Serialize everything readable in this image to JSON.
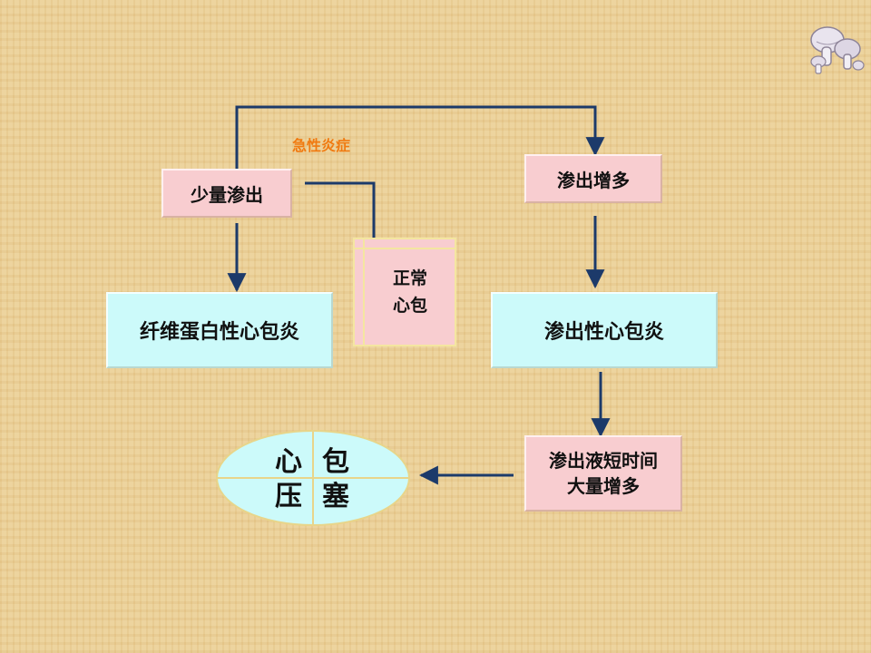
{
  "diagram": {
    "acute_label": "急性炎症",
    "small_exudate": "少量渗出",
    "exudate_increase": "渗出增多",
    "fibrinous_pericarditis": "纤维蛋白性心包炎",
    "normal_pericardium": [
      "正常",
      "心包"
    ],
    "exudative_pericarditis": "渗出性心包炎",
    "rapid_increase": [
      "渗出液短时间",
      "大量增多"
    ],
    "tamponade": [
      "心",
      "包",
      "压",
      "塞"
    ]
  },
  "colors": {
    "background": "#ebd098",
    "pink_box": "#f8cdd0",
    "cyan_box": "#ccfafa",
    "arrow": "#1c3a6a",
    "accent_label": "#f07a10"
  },
  "icons": [
    "mushroom-logo-icon"
  ]
}
